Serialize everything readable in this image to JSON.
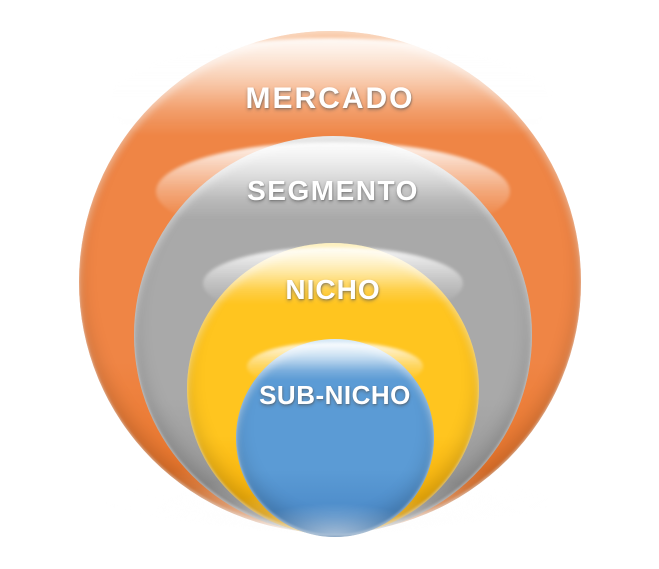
{
  "diagram": {
    "type": "nested-circles",
    "background_color": "#FFFFFF",
    "text_color": "#FFFFFF",
    "levels": [
      {
        "label": "MERCADO",
        "color": "#EF8545",
        "light": "#F9BE93",
        "dark": "#E66E1E"
      },
      {
        "label": "SEGMENTO",
        "color": "#A9A9A9",
        "light": "#DEDEDE",
        "dark": "#8E8E8E"
      },
      {
        "label": "NICHO",
        "color": "#FFC51F",
        "light": "#FFEC9E",
        "dark": "#F2A700"
      },
      {
        "label": "SUB-NICHO",
        "color": "#5B9BD5",
        "light": "#BEDDF3",
        "dark": "#4583C3"
      }
    ]
  }
}
